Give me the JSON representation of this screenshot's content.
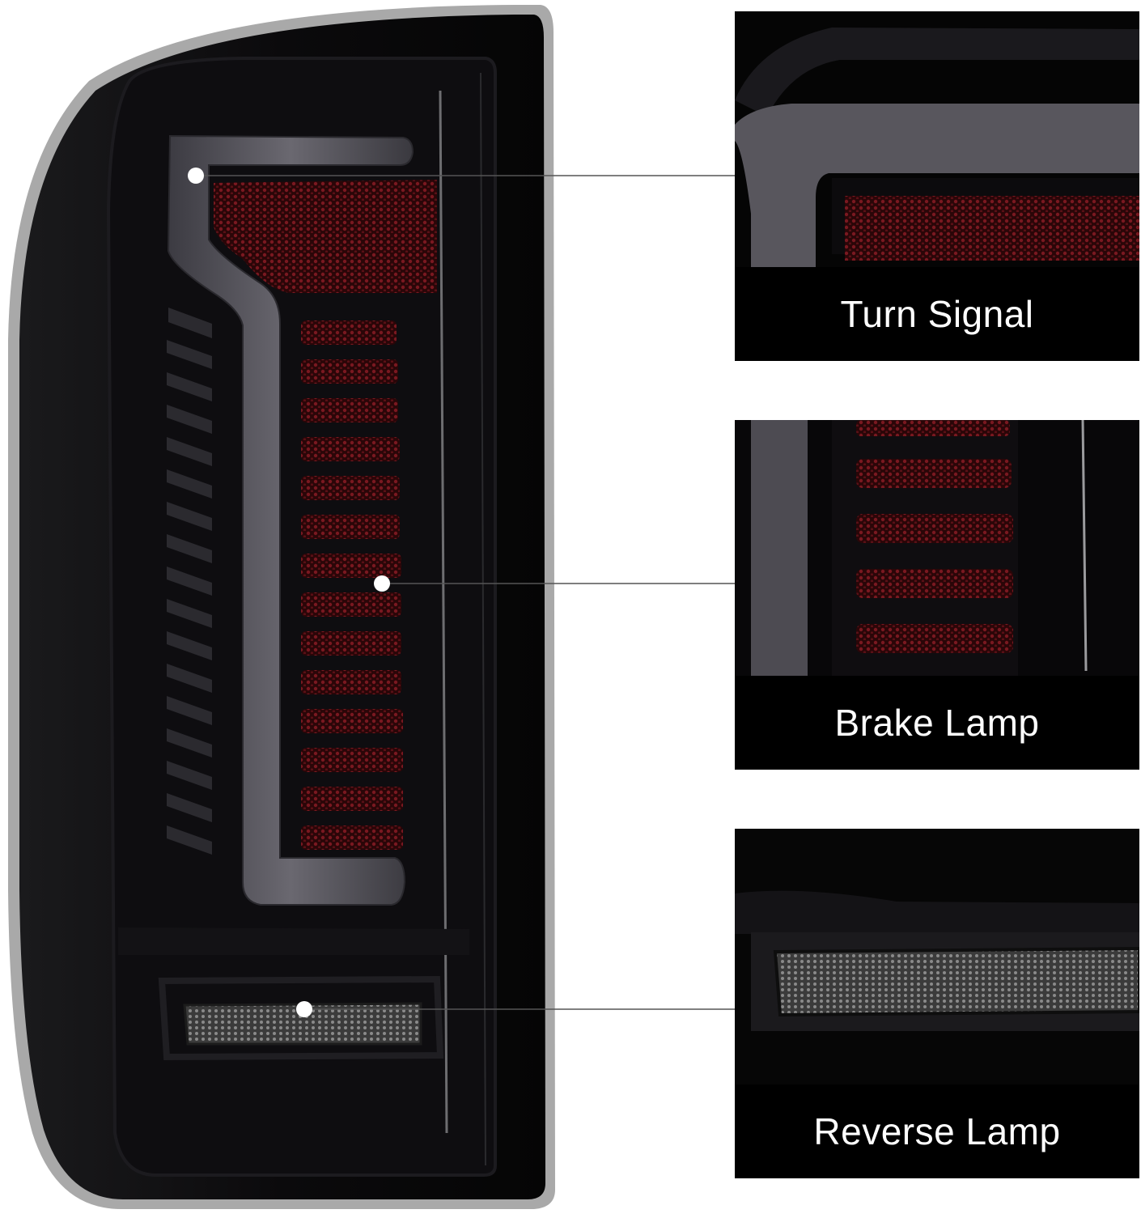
{
  "callouts": [
    {
      "label": "Turn Signal"
    },
    {
      "label": "Brake Lamp"
    },
    {
      "label": "Reverse Lamp"
    }
  ],
  "colors": {
    "housing": "#0a090b",
    "housing_rim": "#a9a9a9",
    "lens_red": "#5c0f16",
    "light_bar": "#5a5860",
    "reverse_lens": "#6e6e6e",
    "panel_bg": "#000000",
    "label_text": "#ffffff"
  }
}
